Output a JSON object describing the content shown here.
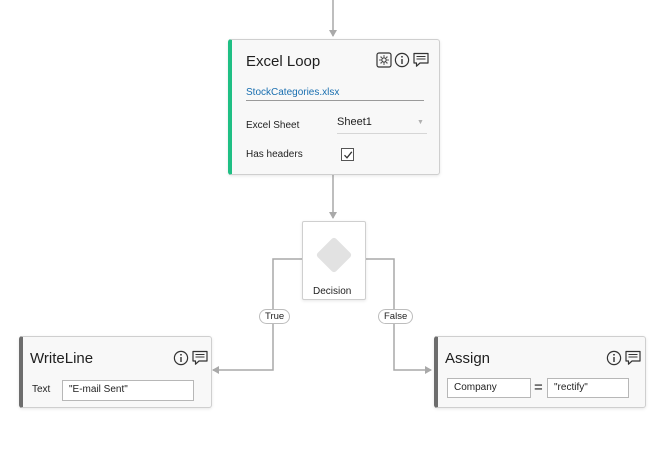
{
  "excel_loop": {
    "title": "Excel Loop",
    "file_name": "StockCategories.xlsx",
    "sheet_label": "Excel Sheet",
    "sheet_value": "Sheet1",
    "headers_label": "Has headers",
    "has_headers": true,
    "accent_color": "#1fbf84"
  },
  "decision": {
    "label": "Decision",
    "true_label": "True",
    "false_label": "False"
  },
  "writeline": {
    "title": "WriteLine",
    "text_label": "Text",
    "text_value": "\"E-mail Sent\"",
    "accent_color": "#6d6d6d"
  },
  "assign": {
    "title": "Assign",
    "to_value": "Company",
    "equals": "=",
    "value": "\"rectify\"",
    "accent_color": "#6d6d6d"
  },
  "icons": {
    "settings": "settings-icon",
    "info": "info-icon",
    "comment": "comment-icon",
    "checkmark": "checkmark-icon",
    "dropdown": "chevron-down-icon"
  }
}
